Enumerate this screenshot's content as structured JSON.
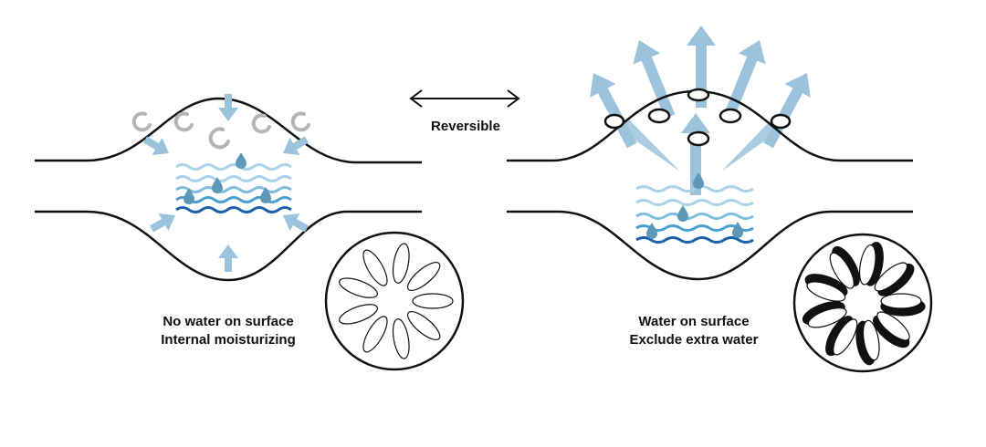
{
  "labels": {
    "reversible": "Reversible",
    "left_line1": "No water on surface",
    "left_line2": "Internal moisturizing",
    "right_line1": "Water on surface",
    "right_line2": "Exclude extra water"
  },
  "colors": {
    "outline": "#111111",
    "arrow": "#9cc3dc",
    "pore_gray": "#b5b5b5",
    "wave_light": "#a8d3ea",
    "wave_mid": "#4aa0d2",
    "wave_dark": "#1d5fa8",
    "drop": "#5e98b8"
  }
}
